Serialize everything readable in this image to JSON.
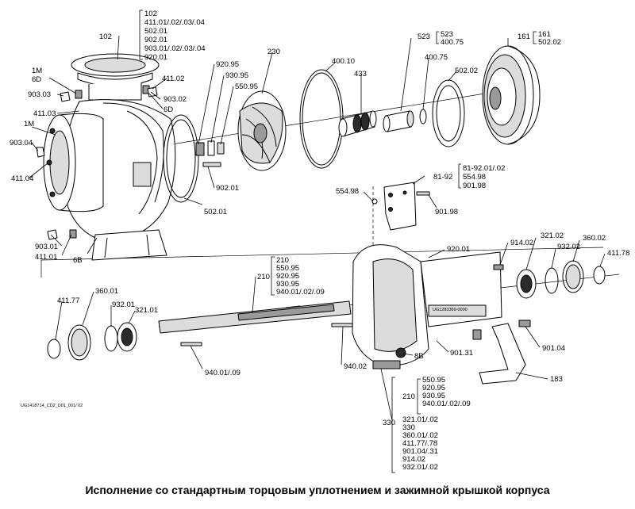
{
  "drawing_code": "UG1418714_CD2_D01_001/ 02",
  "caption": "Исполнение со стандартным торцовым уплотнением и зажимной крышкой корпуса",
  "plate_label": "UG1283369-0000",
  "labels": {
    "p102": "102",
    "p1M_a": "1M",
    "p6D_a": "6D",
    "p903_03": "903.03",
    "p411_03": "411.03",
    "p1M_b": "1M",
    "p903_04": "903.04",
    "p411_04": "411.04",
    "p411_02": "411.02",
    "p903_02": "903.02",
    "p6D_b": "6D",
    "p920_95": "920.95",
    "p930_95": "930.95",
    "p550_95": "550.95",
    "p230": "230",
    "p400_10": "400.10",
    "p433": "433",
    "p523": "523",
    "p400_75": "400.75",
    "p502_02": "502.02",
    "p161": "161",
    "p902_01": "902.01",
    "p502_01": "502.01",
    "p81_92": "81-92",
    "p554_98": "554.98",
    "p901_98": "901.98",
    "p903_01": "903.01",
    "p411_01": "411.01",
    "p6B": "6B",
    "p210": "210",
    "p411_77": "411.77",
    "p360_01": "360.01",
    "p932_01": "932.01",
    "p321_01": "321.01",
    "p920_01": "920.01",
    "p914_02": "914.02",
    "p321_02": "321.02",
    "p932_02": "932.02",
    "p360_02": "360.02",
    "p411_78": "411.78",
    "p901_31": "901.31",
    "p901_04": "901.04",
    "p8B": "8B",
    "p940_02": "940.02",
    "p940_01": "940.01/.09",
    "p183": "183",
    "p330": "330"
  },
  "groups": {
    "g102": [
      "102",
      "411.01/.02/.03/.04",
      "502.01",
      "902.01",
      "903.01/.02/.03/.04",
      "920.01"
    ],
    "g523": [
      "523",
      "400.75"
    ],
    "g161": [
      "161",
      "502.02"
    ],
    "g81_92": [
      "81-92.01/.02",
      "554.98",
      "901.98"
    ],
    "g210_top": [
      "210",
      "550.95",
      "920.95",
      "930.95",
      "940.01/.02/.09"
    ],
    "g330_head": "210",
    "g330_sub": [
      "550.95",
      "920.95",
      "930.95",
      "940.01/.02/.09"
    ],
    "g330_rest": [
      "321.01/.02",
      "330",
      "360.01/.02",
      "411.77/.78",
      "901.04/.31",
      "914.02",
      "932.01/.02"
    ]
  }
}
